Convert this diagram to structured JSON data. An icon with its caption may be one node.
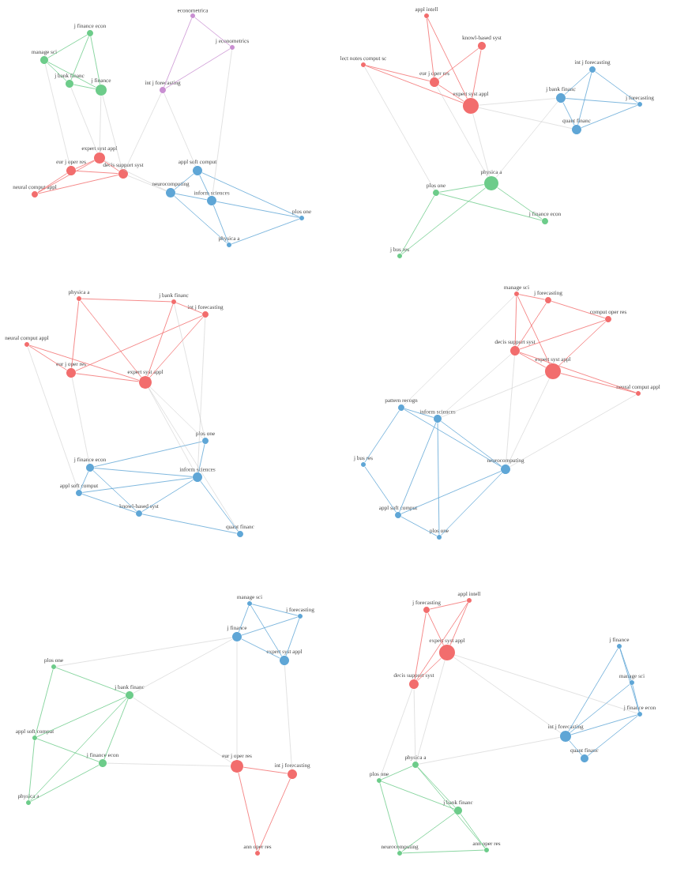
{
  "diagram": {
    "nodes": [
      {
        "text": [
          "j finance econ"
        ]
      },
      {
        "text": [
          "manage sci"
        ]
      },
      {
        "text": [
          "j bank financ"
        ]
      },
      {
        "text": [
          "j finance"
        ]
      },
      {
        "text": [
          "econometrica"
        ]
      },
      {
        "text": [
          "j econometrics"
        ]
      },
      {
        "text": [
          "int j forecasting"
        ]
      },
      {
        "text": [
          "expert syst appl"
        ]
      },
      {
        "text": [
          "eur j oper res"
        ]
      },
      {
        "text": [
          "decis support syst"
        ]
      },
      {
        "text": [
          "neural comput appl"
        ]
      },
      {
        "text": [
          "appl soft comput"
        ]
      },
      {
        "text": [
          "neurocomputing"
        ]
      },
      {
        "text": [
          "inform sciences"
        ]
      },
      {
        "text": [
          "plos one"
        ]
      },
      {
        "text": [
          "physica a"
        ]
      },
      {
        "text": [
          "appl intell"
        ]
      },
      {
        "text": [
          "knowl-based syst"
        ]
      },
      {
        "text": [
          "expert syst appl"
        ]
      },
      {
        "text": [
          "eur j oper res"
        ]
      },
      {
        "text": [
          "lect notes comput sc"
        ]
      },
      {
        "text": [
          "int j forecasting"
        ]
      },
      {
        "text": [
          "j forecasting"
        ]
      },
      {
        "text": [
          "j bank financ"
        ]
      },
      {
        "text": [
          "quant financ"
        ]
      },
      {
        "text": [
          "plos one"
        ]
      },
      {
        "text": [
          "physica a"
        ]
      },
      {
        "text": [
          "j finance econ"
        ]
      },
      {
        "text": [
          "j bus res"
        ]
      },
      {
        "text": [
          "physica a"
        ]
      },
      {
        "text": [
          "j bank financ"
        ]
      },
      {
        "text": [
          "int j forecasting"
        ]
      },
      {
        "text": [
          "neural comput appl"
        ]
      },
      {
        "text": [
          "expert syst appl"
        ]
      },
      {
        "text": [
          "eur j oper res"
        ]
      },
      {
        "text": [
          "plos one"
        ]
      },
      {
        "text": [
          "j finance econ"
        ]
      },
      {
        "text": [
          "inform sciences"
        ]
      },
      {
        "text": [
          "appl soft comput"
        ]
      },
      {
        "text": [
          "knowl-based syst"
        ]
      },
      {
        "text": [
          "quant financ"
        ]
      },
      {
        "text": [
          "manage sci"
        ]
      },
      {
        "text": [
          "j forecasting"
        ]
      },
      {
        "text": [
          "comput oper res"
        ]
      },
      {
        "text": [
          "decis support syst"
        ]
      },
      {
        "text": [
          "expert syst appl"
        ]
      },
      {
        "text": [
          "neural comput appl"
        ]
      },
      {
        "text": [
          "pattern recogn"
        ]
      },
      {
        "text": [
          "inform sciences"
        ]
      },
      {
        "text": [
          "j bus res"
        ]
      },
      {
        "text": [
          "neurocomputing"
        ]
      },
      {
        "text": [
          "appl soft comput"
        ]
      },
      {
        "text": [
          "plos one"
        ]
      },
      {
        "text": [
          "plos one"
        ]
      },
      {
        "text": [
          "j bank financ"
        ]
      },
      {
        "text": [
          "appl soft comput"
        ]
      },
      {
        "text": [
          "j finance econ"
        ]
      },
      {
        "text": [
          "physica a"
        ]
      },
      {
        "text": [
          "manage sci"
        ]
      },
      {
        "text": [
          "j forecasting"
        ]
      },
      {
        "text": [
          "j finance"
        ]
      },
      {
        "text": [
          "expert syst appl"
        ]
      },
      {
        "text": [
          "eur j oper res"
        ]
      },
      {
        "text": [
          "int j forecasting"
        ]
      },
      {
        "text": [
          "ann oper res"
        ]
      },
      {
        "text": [
          "appl intell"
        ]
      },
      {
        "text": [
          "j forecasting"
        ]
      },
      {
        "text": [
          "expert syst appl"
        ]
      },
      {
        "text": [
          "decis support syst"
        ]
      },
      {
        "text": [
          "j finance"
        ]
      },
      {
        "text": [
          "manage sci"
        ]
      },
      {
        "text": [
          "j finance econ"
        ]
      },
      {
        "text": [
          "int j forecasting"
        ]
      },
      {
        "text": [
          "quant financ"
        ]
      },
      {
        "text": [
          "physica a"
        ]
      },
      {
        "text": [
          "plos one"
        ]
      },
      {
        "text": [
          "j bank financ"
        ]
      },
      {
        "text": [
          "neurocomputing"
        ]
      },
      {
        "text": [
          "ann oper res"
        ]
      }
    ],
    "edges": [
      {
        "from": 0,
        "to": 1,
        "arrow": "none",
        "color": "#6dcc8a"
      },
      {
        "from": 0,
        "to": 2,
        "arrow": "none",
        "color": "#6dcc8a"
      },
      {
        "from": 0,
        "to": 3,
        "arrow": "none",
        "color": "#6dcc8a"
      },
      {
        "from": 1,
        "to": 2,
        "arrow": "none",
        "color": "#6dcc8a"
      },
      {
        "from": 1,
        "to": 3,
        "arrow": "none",
        "color": "#6dcc8a"
      },
      {
        "from": 2,
        "to": 3,
        "arrow": "none",
        "color": "#6dcc8a"
      },
      {
        "from": 4,
        "to": 5,
        "arrow": "none",
        "color": "#c98fd2"
      },
      {
        "from": 4,
        "to": 6,
        "arrow": "none",
        "color": "#c98fd2"
      },
      {
        "from": 5,
        "to": 6,
        "arrow": "none",
        "color": "#c98fd2"
      },
      {
        "from": 7,
        "to": 8,
        "arrow": "none",
        "color": "#f26d6d"
      },
      {
        "from": 7,
        "to": 9,
        "arrow": "none",
        "color": "#f26d6d"
      },
      {
        "from": 7,
        "to": 10,
        "arrow": "none",
        "color": "#f26d6d"
      },
      {
        "from": 8,
        "to": 9,
        "arrow": "none",
        "color": "#f26d6d"
      },
      {
        "from": 8,
        "to": 10,
        "arrow": "none",
        "color": "#f26d6d"
      },
      {
        "from": 9,
        "to": 10,
        "arrow": "none",
        "color": "#f26d6d"
      },
      {
        "from": 11,
        "to": 12,
        "arrow": "none",
        "color": "#5fa6d6"
      },
      {
        "from": 11,
        "to": 13,
        "arrow": "none",
        "color": "#5fa6d6"
      },
      {
        "from": 11,
        "to": 14,
        "arrow": "none",
        "color": "#5fa6d6"
      },
      {
        "from": 12,
        "to": 13,
        "arrow": "none",
        "color": "#5fa6d6"
      },
      {
        "from": 12,
        "to": 15,
        "arrow": "none",
        "color": "#5fa6d6"
      },
      {
        "from": 13,
        "to": 14,
        "arrow": "none",
        "color": "#5fa6d6"
      },
      {
        "from": 13,
        "to": 15,
        "arrow": "none",
        "color": "#5fa6d6"
      },
      {
        "from": 14,
        "to": 15,
        "arrow": "none",
        "color": "#5fa6d6"
      },
      {
        "from": 3,
        "to": 7,
        "arrow": "none",
        "color": "#c4c4c4"
      },
      {
        "from": 3,
        "to": 9,
        "arrow": "none",
        "color": "#c4c4c4"
      },
      {
        "from": 6,
        "to": 9,
        "arrow": "none",
        "color": "#c4c4c4"
      },
      {
        "from": 6,
        "to": 11,
        "arrow": "none",
        "color": "#c4c4c4"
      },
      {
        "from": 9,
        "to": 12,
        "arrow": "none",
        "color": "#c4c4c4"
      },
      {
        "from": 1,
        "to": 8,
        "arrow": "none",
        "color": "#c4c4c4"
      },
      {
        "from": 2,
        "to": 7,
        "arrow": "none",
        "color": "#c4c4c4"
      },
      {
        "from": 5,
        "to": 13,
        "arrow": "none",
        "color": "#c4c4c4"
      },
      {
        "from": 7,
        "to": 12,
        "arrow": "none",
        "color": "#c4c4c4"
      },
      {
        "from": 16,
        "to": 18,
        "arrow": "none",
        "color": "#f26d6d"
      },
      {
        "from": 17,
        "to": 18,
        "arrow": "none",
        "color": "#f26d6d"
      },
      {
        "from": 17,
        "to": 19,
        "arrow": "none",
        "color": "#f26d6d"
      },
      {
        "from": 18,
        "to": 19,
        "arrow": "none",
        "color": "#f26d6d"
      },
      {
        "from": 18,
        "to": 20,
        "arrow": "none",
        "color": "#f26d6d"
      },
      {
        "from": 19,
        "to": 20,
        "arrow": "none",
        "color": "#f26d6d"
      },
      {
        "from": 16,
        "to": 19,
        "arrow": "none",
        "color": "#f26d6d"
      },
      {
        "from": 21,
        "to": 22,
        "arrow": "none",
        "color": "#5fa6d6"
      },
      {
        "from": 21,
        "to": 23,
        "arrow": "none",
        "color": "#5fa6d6"
      },
      {
        "from": 22,
        "to": 23,
        "arrow": "none",
        "color": "#5fa6d6"
      },
      {
        "from": 22,
        "to": 24,
        "arrow": "none",
        "color": "#5fa6d6"
      },
      {
        "from": 23,
        "to": 24,
        "arrow": "none",
        "color": "#5fa6d6"
      },
      {
        "from": 21,
        "to": 24,
        "arrow": "none",
        "color": "#5fa6d6"
      },
      {
        "from": 25,
        "to": 26,
        "arrow": "none",
        "color": "#6dcc8a"
      },
      {
        "from": 26,
        "to": 27,
        "arrow": "none",
        "color": "#6dcc8a"
      },
      {
        "from": 26,
        "to": 28,
        "arrow": "none",
        "color": "#6dcc8a"
      },
      {
        "from": 25,
        "to": 28,
        "arrow": "none",
        "color": "#6dcc8a"
      },
      {
        "from": 25,
        "to": 27,
        "arrow": "none",
        "color": "#6dcc8a"
      },
      {
        "from": 18,
        "to": 23,
        "arrow": "none",
        "color": "#c4c4c4"
      },
      {
        "from": 18,
        "to": 26,
        "arrow": "none",
        "color": "#c4c4c4"
      },
      {
        "from": 19,
        "to": 26,
        "arrow": "none",
        "color": "#c4c4c4"
      },
      {
        "from": 23,
        "to": 26,
        "arrow": "none",
        "color": "#c4c4c4"
      },
      {
        "from": 18,
        "to": 24,
        "arrow": "none",
        "color": "#c4c4c4"
      },
      {
        "from": 20,
        "to": 25,
        "arrow": "none",
        "color": "#c4c4c4"
      },
      {
        "from": 29,
        "to": 30,
        "arrow": "none",
        "color": "#f26d6d"
      },
      {
        "from": 29,
        "to": 33,
        "arrow": "none",
        "color": "#f26d6d"
      },
      {
        "from": 30,
        "to": 31,
        "arrow": "none",
        "color": "#f26d6d"
      },
      {
        "from": 30,
        "to": 33,
        "arrow": "none",
        "color": "#f26d6d"
      },
      {
        "from": 31,
        "to": 33,
        "arrow": "none",
        "color": "#f26d6d"
      },
      {
        "from": 32,
        "to": 33,
        "arrow": "none",
        "color": "#f26d6d"
      },
      {
        "from": 32,
        "to": 34,
        "arrow": "none",
        "color": "#f26d6d"
      },
      {
        "from": 33,
        "to": 34,
        "arrow": "none",
        "color": "#f26d6d"
      },
      {
        "from": 29,
        "to": 34,
        "arrow": "none",
        "color": "#f26d6d"
      },
      {
        "from": 31,
        "to": 34,
        "arrow": "none",
        "color": "#f26d6d"
      },
      {
        "from": 35,
        "to": 36,
        "arrow": "none",
        "color": "#5fa6d6"
      },
      {
        "from": 35,
        "to": 37,
        "arrow": "none",
        "color": "#5fa6d6"
      },
      {
        "from": 36,
        "to": 37,
        "arrow": "none",
        "color": "#5fa6d6"
      },
      {
        "from": 36,
        "to": 38,
        "arrow": "none",
        "color": "#5fa6d6"
      },
      {
        "from": 37,
        "to": 38,
        "arrow": "none",
        "color": "#5fa6d6"
      },
      {
        "from": 37,
        "to": 39,
        "arrow": "none",
        "color": "#5fa6d6"
      },
      {
        "from": 38,
        "to": 39,
        "arrow": "none",
        "color": "#5fa6d6"
      },
      {
        "from": 39,
        "to": 40,
        "arrow": "none",
        "color": "#5fa6d6"
      },
      {
        "from": 37,
        "to": 40,
        "arrow": "none",
        "color": "#5fa6d6"
      },
      {
        "from": 36,
        "to": 39,
        "arrow": "none",
        "color": "#5fa6d6"
      },
      {
        "from": 33,
        "to": 35,
        "arrow": "none",
        "color": "#c4c4c4"
      },
      {
        "from": 33,
        "to": 37,
        "arrow": "none",
        "color": "#c4c4c4"
      },
      {
        "from": 34,
        "to": 36,
        "arrow": "none",
        "color": "#c4c4c4"
      },
      {
        "from": 31,
        "to": 37,
        "arrow": "none",
        "color": "#c4c4c4"
      },
      {
        "from": 30,
        "to": 35,
        "arrow": "none",
        "color": "#c4c4c4"
      },
      {
        "from": 32,
        "to": 38,
        "arrow": "none",
        "color": "#c4c4c4"
      },
      {
        "from": 33,
        "to": 40,
        "arrow": "none",
        "color": "#c4c4c4"
      },
      {
        "from": 41,
        "to": 42,
        "arrow": "none",
        "color": "#f26d6d"
      },
      {
        "from": 41,
        "to": 44,
        "arrow": "none",
        "color": "#f26d6d"
      },
      {
        "from": 42,
        "to": 43,
        "arrow": "none",
        "color": "#f26d6d"
      },
      {
        "from": 42,
        "to": 44,
        "arrow": "none",
        "color": "#f26d6d"
      },
      {
        "from": 43,
        "to": 44,
        "arrow": "none",
        "color": "#f26d6d"
      },
      {
        "from": 43,
        "to": 45,
        "arrow": "none",
        "color": "#f26d6d"
      },
      {
        "from": 44,
        "to": 45,
        "arrow": "none",
        "color": "#f26d6d"
      },
      {
        "from": 44,
        "to": 46,
        "arrow": "none",
        "color": "#f26d6d"
      },
      {
        "from": 45,
        "to": 46,
        "arrow": "none",
        "color": "#f26d6d"
      },
      {
        "from": 41,
        "to": 45,
        "arrow": "none",
        "color": "#f26d6d"
      },
      {
        "from": 47,
        "to": 48,
        "arrow": "none",
        "color": "#5fa6d6"
      },
      {
        "from": 47,
        "to": 49,
        "arrow": "none",
        "color": "#5fa6d6"
      },
      {
        "from": 47,
        "to": 50,
        "arrow": "none",
        "color": "#5fa6d6"
      },
      {
        "from": 48,
        "to": 50,
        "arrow": "none",
        "color": "#5fa6d6"
      },
      {
        "from": 48,
        "to": 51,
        "arrow": "none",
        "color": "#5fa6d6"
      },
      {
        "from": 49,
        "to": 51,
        "arrow": "none",
        "color": "#5fa6d6"
      },
      {
        "from": 50,
        "to": 51,
        "arrow": "none",
        "color": "#5fa6d6"
      },
      {
        "from": 50,
        "to": 52,
        "arrow": "none",
        "color": "#5fa6d6"
      },
      {
        "from": 51,
        "to": 52,
        "arrow": "none",
        "color": "#5fa6d6"
      },
      {
        "from": 48,
        "to": 52,
        "arrow": "none",
        "color": "#5fa6d6"
      },
      {
        "from": 44,
        "to": 48,
        "arrow": "none",
        "color": "#c4c4c4"
      },
      {
        "from": 44,
        "to": 50,
        "arrow": "none",
        "color": "#c4c4c4"
      },
      {
        "from": 45,
        "to": 50,
        "arrow": "none",
        "color": "#c4c4c4"
      },
      {
        "from": 41,
        "to": 47,
        "arrow": "none",
        "color": "#c4c4c4"
      },
      {
        "from": 46,
        "to": 50,
        "arrow": "none",
        "color": "#c4c4c4"
      },
      {
        "from": 45,
        "to": 48,
        "arrow": "none",
        "color": "#c4c4c4"
      },
      {
        "from": 53,
        "to": 54,
        "arrow": "none",
        "color": "#6dcc8a"
      },
      {
        "from": 53,
        "to": 55,
        "arrow": "none",
        "color": "#6dcc8a"
      },
      {
        "from": 54,
        "to": 55,
        "arrow": "none",
        "color": "#6dcc8a"
      },
      {
        "from": 54,
        "to": 56,
        "arrow": "none",
        "color": "#6dcc8a"
      },
      {
        "from": 55,
        "to": 56,
        "arrow": "none",
        "color": "#6dcc8a"
      },
      {
        "from": 56,
        "to": 57,
        "arrow": "none",
        "color": "#6dcc8a"
      },
      {
        "from": 55,
        "to": 57,
        "arrow": "none",
        "color": "#6dcc8a"
      },
      {
        "from": 54,
        "to": 57,
        "arrow": "none",
        "color": "#6dcc8a"
      },
      {
        "from": 58,
        "to": 59,
        "arrow": "none",
        "color": "#5fa6d6"
      },
      {
        "from": 58,
        "to": 60,
        "arrow": "none",
        "color": "#5fa6d6"
      },
      {
        "from": 59,
        "to": 60,
        "arrow": "none",
        "color": "#5fa6d6"
      },
      {
        "from": 59,
        "to": 61,
        "arrow": "none",
        "color": "#5fa6d6"
      },
      {
        "from": 60,
        "to": 61,
        "arrow": "none",
        "color": "#5fa6d6"
      },
      {
        "from": 58,
        "to": 61,
        "arrow": "none",
        "color": "#5fa6d6"
      },
      {
        "from": 62,
        "to": 63,
        "arrow": "none",
        "color": "#f26d6d"
      },
      {
        "from": 62,
        "to": 64,
        "arrow": "none",
        "color": "#f26d6d"
      },
      {
        "from": 63,
        "to": 64,
        "arrow": "none",
        "color": "#f26d6d"
      },
      {
        "from": 54,
        "to": 60,
        "arrow": "none",
        "color": "#c4c4c4"
      },
      {
        "from": 54,
        "to": 62,
        "arrow": "none",
        "color": "#c4c4c4"
      },
      {
        "from": 56,
        "to": 62,
        "arrow": "none",
        "color": "#c4c4c4"
      },
      {
        "from": 60,
        "to": 62,
        "arrow": "none",
        "color": "#c4c4c4"
      },
      {
        "from": 61,
        "to": 63,
        "arrow": "none",
        "color": "#c4c4c4"
      },
      {
        "from": 53,
        "to": 60,
        "arrow": "none",
        "color": "#c4c4c4"
      },
      {
        "from": 65,
        "to": 66,
        "arrow": "none",
        "color": "#f26d6d"
      },
      {
        "from": 65,
        "to": 67,
        "arrow": "none",
        "color": "#f26d6d"
      },
      {
        "from": 66,
        "to": 67,
        "arrow": "none",
        "color": "#f26d6d"
      },
      {
        "from": 66,
        "to": 68,
        "arrow": "none",
        "color": "#f26d6d"
      },
      {
        "from": 67,
        "to": 68,
        "arrow": "none",
        "color": "#f26d6d"
      },
      {
        "from": 65,
        "to": 68,
        "arrow": "none",
        "color": "#f26d6d"
      },
      {
        "from": 69,
        "to": 70,
        "arrow": "none",
        "color": "#5fa6d6"
      },
      {
        "from": 69,
        "to": 71,
        "arrow": "none",
        "color": "#5fa6d6"
      },
      {
        "from": 70,
        "to": 71,
        "arrow": "none",
        "color": "#5fa6d6"
      },
      {
        "from": 70,
        "to": 72,
        "arrow": "none",
        "color": "#5fa6d6"
      },
      {
        "from": 71,
        "to": 72,
        "arrow": "none",
        "color": "#5fa6d6"
      },
      {
        "from": 72,
        "to": 73,
        "arrow": "none",
        "color": "#5fa6d6"
      },
      {
        "from": 71,
        "to": 73,
        "arrow": "none",
        "color": "#5fa6d6"
      },
      {
        "from": 69,
        "to": 72,
        "arrow": "none",
        "color": "#5fa6d6"
      },
      {
        "from": 74,
        "to": 75,
        "arrow": "none",
        "color": "#6dcc8a"
      },
      {
        "from": 74,
        "to": 76,
        "arrow": "none",
        "color": "#6dcc8a"
      },
      {
        "from": 75,
        "to": 76,
        "arrow": "none",
        "color": "#6dcc8a"
      },
      {
        "from": 76,
        "to": 77,
        "arrow": "none",
        "color": "#6dcc8a"
      },
      {
        "from": 76,
        "to": 78,
        "arrow": "none",
        "color": "#6dcc8a"
      },
      {
        "from": 77,
        "to": 78,
        "arrow": "none",
        "color": "#6dcc8a"
      },
      {
        "from": 74,
        "to": 78,
        "arrow": "none",
        "color": "#6dcc8a"
      },
      {
        "from": 75,
        "to": 77,
        "arrow": "none",
        "color": "#6dcc8a"
      },
      {
        "from": 67,
        "to": 72,
        "arrow": "none",
        "color": "#c4c4c4"
      },
      {
        "from": 67,
        "to": 74,
        "arrow": "none",
        "color": "#c4c4c4"
      },
      {
        "from": 68,
        "to": 74,
        "arrow": "none",
        "color": "#c4c4c4"
      },
      {
        "from": 68,
        "to": 75,
        "arrow": "none",
        "color": "#c4c4c4"
      },
      {
        "from": 67,
        "to": 71,
        "arrow": "none",
        "color": "#c4c4c4"
      },
      {
        "from": 72,
        "to": 74,
        "arrow": "none",
        "color": "#c4c4c4"
      }
    ]
  }
}
